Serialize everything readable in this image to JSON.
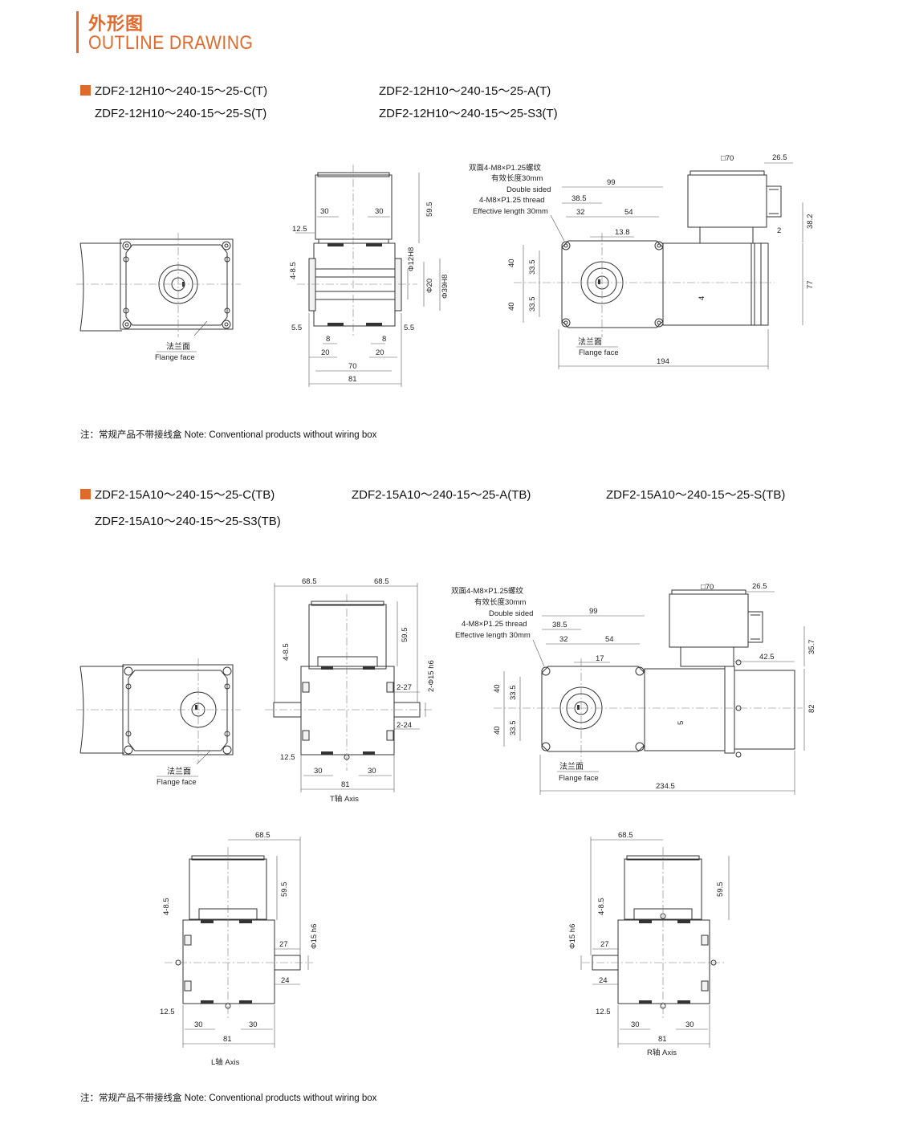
{
  "header": {
    "title_cn": "外形图",
    "title_en": "OUTLINE DRAWING"
  },
  "section1": {
    "models": [
      "ZDF2-12H10～240-15～25-C(T)",
      "ZDF2-12H10～240-15～25-A(T)",
      "ZDF2-12H10～240-15～25-S(T)",
      "ZDF2-12H10～240-15～25-S3(T)"
    ],
    "note": "注：常规产品不带接线盒 Note: Conventional products without wiring box"
  },
  "section2": {
    "models": [
      "ZDF2-15A10～240-15～25-C(TB)",
      "ZDF2-15A10～240-15～25-A(TB)",
      "ZDF2-15A10～240-15～25-S(TB)",
      "ZDF2-15A10～240-15～25-S3(TB)"
    ],
    "sub_L": "L",
    "sub_R": "R",
    "sub_T": "T",
    "note": "注：常规产品不带接线盒 Note: Conventional products without wiring box"
  },
  "labels": {
    "flange_cn": "法兰面",
    "flange_en": "Flange face",
    "thread_cn1": "双面4-M8×P1.25螺纹",
    "thread_cn2": "有效长度30mm",
    "thread_en1": "Double sided",
    "thread_en2": "4-M8×P1.25 thread",
    "thread_en3": "Effective length 30mm",
    "t_axis": "T轴 Axis",
    "l_axis": "L轴 Axis",
    "r_axis": "R轴 Axis"
  },
  "dims1": {
    "d30a": "30",
    "d30b": "30",
    "d595": "59.5",
    "d125": "12.5",
    "d485": "4-8.5",
    "d12h8": "Φ12H8",
    "d20": "Φ20",
    "d39h8": "Φ39H8",
    "d55a": "5.5",
    "d55b": "5.5",
    "d8a": "8",
    "d8b": "8",
    "d20a": "20",
    "d20b": "20",
    "d70": "70",
    "d81": "81",
    "sq70": "□70",
    "d265": "26.5",
    "d99": "99",
    "d385": "38.5",
    "d32": "32",
    "d54": "54",
    "d138": "13.8",
    "d382": "38.2",
    "d2": "2",
    "d40a": "40",
    "d40b": "40",
    "d335a": "33.5",
    "d335b": "33.5",
    "d4": "4",
    "d77": "77",
    "d194": "194"
  },
  "dims2": {
    "d685a": "68.5",
    "d685b": "68.5",
    "d595": "59.5",
    "d485": "4-8.5",
    "d215": "2-Φ15 h6",
    "d227": "2-27",
    "d224": "2-24",
    "d125": "12.5",
    "d30a": "30",
    "d30b": "30",
    "d81": "81",
    "sq70": "□70",
    "d265": "26.5",
    "d99": "99",
    "d385": "38.5",
    "d32": "32",
    "d54": "54",
    "d17": "17",
    "d357": "35.7",
    "d425": "42.5",
    "d40a": "40",
    "d40b": "40",
    "d335a": "33.5",
    "d335b": "33.5",
    "d5": "5",
    "d82": "82",
    "d2345": "234.5"
  },
  "dims3": {
    "d685": "68.5",
    "d595": "59.5",
    "d485": "4-8.5",
    "d15h6": "Φ15 h6",
    "d27": "27",
    "d24": "24",
    "d125": "12.5",
    "d30a": "30",
    "d30b": "30",
    "d81": "81"
  },
  "dims4": {
    "d685": "68.5",
    "d595": "59.5",
    "d485": "4-8.5",
    "d15h6": "Φ15 h6",
    "d27": "27",
    "d24": "24",
    "d125": "12.5",
    "d30a": "30",
    "d30b": "30",
    "d81": "81"
  }
}
